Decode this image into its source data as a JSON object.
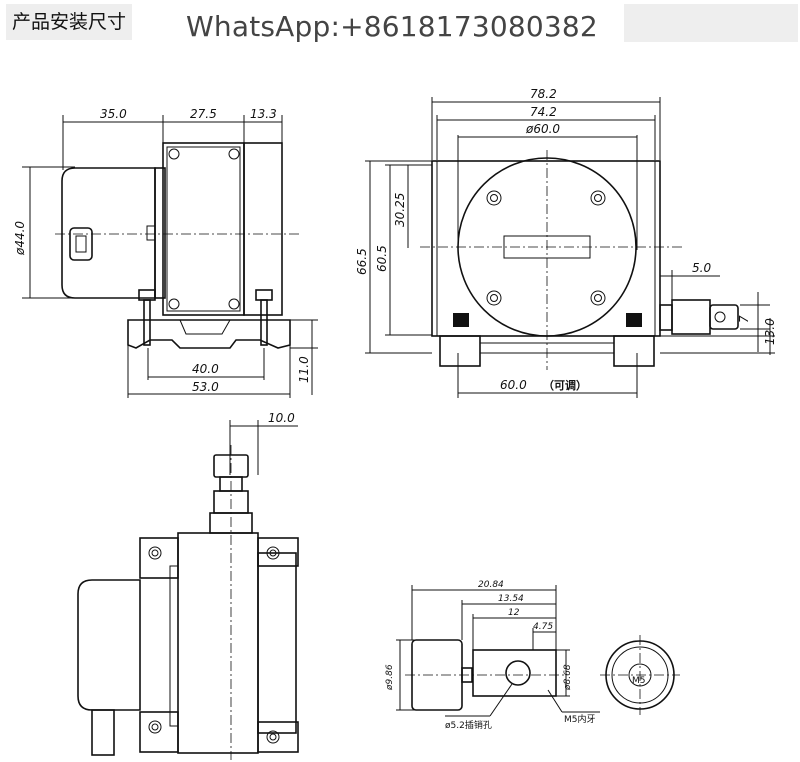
{
  "header": {
    "title": "产品安装尺寸",
    "phone": "WhatsApp:+8618173080382"
  },
  "side_view": {
    "dims": [
      "35.0",
      "27.5",
      "13.3",
      "ø44.0",
      "40.0",
      "53.0",
      "11.0"
    ]
  },
  "front_view": {
    "dims": [
      "78.2",
      "74.2",
      "ø60.0",
      "30.25",
      "66.5",
      "60.5",
      "5.0",
      "7",
      "13.0",
      "60.0"
    ],
    "adjustable_note": "（可调）"
  },
  "top_view": {
    "dims": [
      "10.0"
    ]
  },
  "connector_detail": {
    "dims": [
      "20.84",
      "13.54",
      "12",
      "4.75",
      "ø9.86",
      "ø8.68"
    ],
    "hole_label": "ø5.2插销孔",
    "thread_label": "M5内牙",
    "end_label": "M5"
  }
}
